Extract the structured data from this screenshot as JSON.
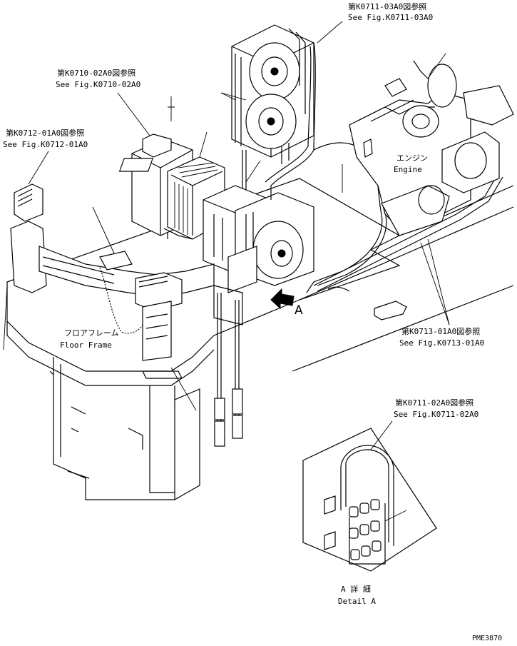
{
  "labels": {
    "ref_0711_03_jp": "第K0711-03A0図参照",
    "ref_0711_03_en": "See Fig.K0711-03A0",
    "ref_0710_02_jp": "第K0710-02A0図参照",
    "ref_0710_02_en": "See Fig.K0710-02A0",
    "ref_0712_01_jp": "第K0712-01A0図参照",
    "ref_0712_01_en": "See Fig.K0712-01A0",
    "engine_jp": "エンジン",
    "engine_en": "Engine",
    "floor_jp": "フロアフレーム",
    "floor_en": "Floor Frame",
    "arrow_a": "A",
    "ref_0713_01_jp": "第K0713-01A0図参照",
    "ref_0713_01_en": "See Fig.K0713-01A0",
    "ref_0711_02_jp": "第K0711-02A0図参照",
    "ref_0711_02_en": "See Fig.K0711-02A0",
    "detail_jp": "A 詳 細",
    "detail_en": "Detail A",
    "drawing_no": "PME3870"
  }
}
